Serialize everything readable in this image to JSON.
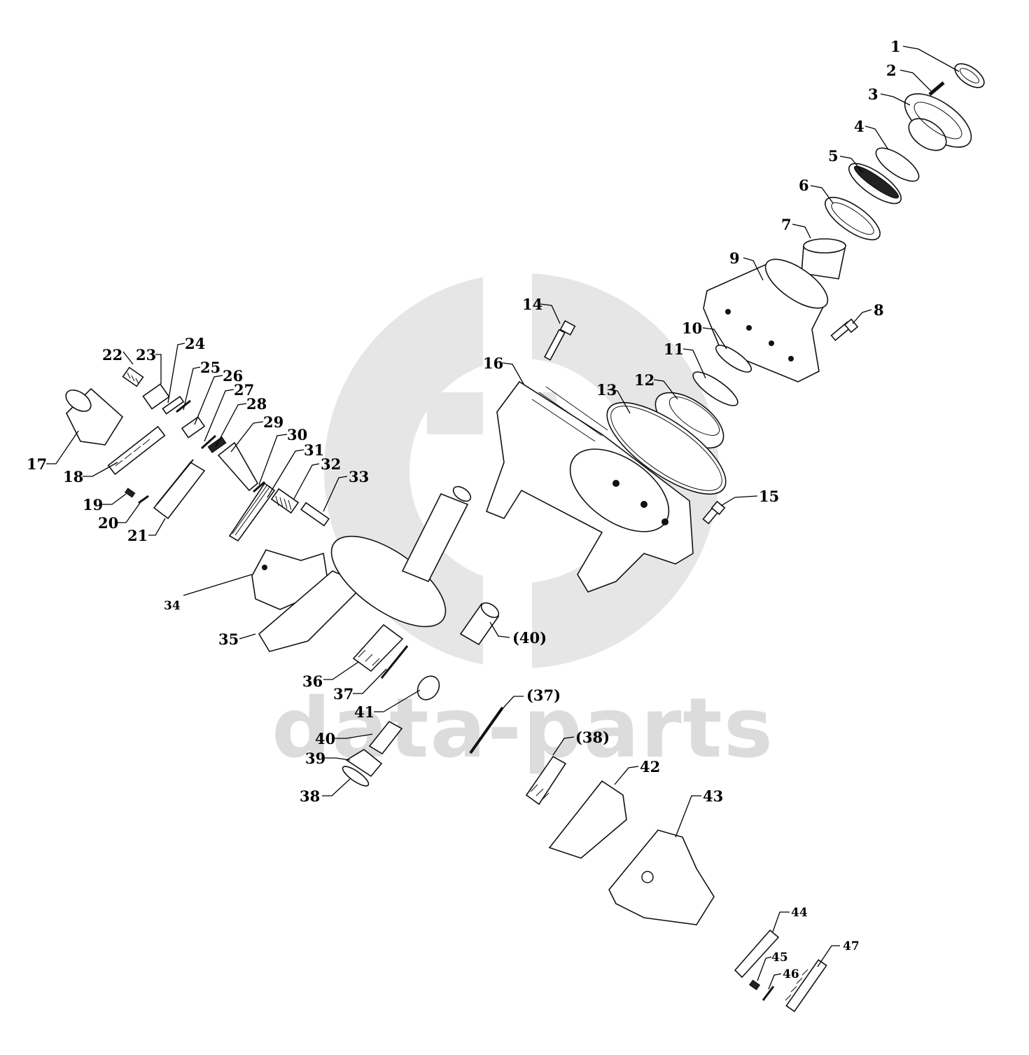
{
  "watermark": {
    "text": "data-parts",
    "logo": "dp-circle-logo"
  },
  "callouts": [
    {
      "id": "c1",
      "label": "1"
    },
    {
      "id": "c2",
      "label": "2"
    },
    {
      "id": "c3",
      "label": "3"
    },
    {
      "id": "c4",
      "label": "4"
    },
    {
      "id": "c5",
      "label": "5"
    },
    {
      "id": "c6",
      "label": "6"
    },
    {
      "id": "c7",
      "label": "7"
    },
    {
      "id": "c8",
      "label": "8"
    },
    {
      "id": "c9",
      "label": "9"
    },
    {
      "id": "c10",
      "label": "10"
    },
    {
      "id": "c11",
      "label": "11"
    },
    {
      "id": "c12",
      "label": "12"
    },
    {
      "id": "c13",
      "label": "13"
    },
    {
      "id": "c14",
      "label": "14"
    },
    {
      "id": "c15",
      "label": "15"
    },
    {
      "id": "c16",
      "label": "16"
    },
    {
      "id": "c17",
      "label": "17"
    },
    {
      "id": "c18",
      "label": "18"
    },
    {
      "id": "c19",
      "label": "19"
    },
    {
      "id": "c20",
      "label": "20"
    },
    {
      "id": "c21",
      "label": "21"
    },
    {
      "id": "c22",
      "label": "22"
    },
    {
      "id": "c23",
      "label": "23"
    },
    {
      "id": "c24",
      "label": "24"
    },
    {
      "id": "c25",
      "label": "25"
    },
    {
      "id": "c26",
      "label": "26"
    },
    {
      "id": "c27",
      "label": "27"
    },
    {
      "id": "c28",
      "label": "28"
    },
    {
      "id": "c29",
      "label": "29"
    },
    {
      "id": "c30",
      "label": "30"
    },
    {
      "id": "c31",
      "label": "31"
    },
    {
      "id": "c32",
      "label": "32"
    },
    {
      "id": "c33",
      "label": "33"
    },
    {
      "id": "c34",
      "label": "34"
    },
    {
      "id": "c35",
      "label": "35"
    },
    {
      "id": "c36",
      "label": "36"
    },
    {
      "id": "c37",
      "label": "37"
    },
    {
      "id": "c38",
      "label": "38"
    },
    {
      "id": "c39",
      "label": "39"
    },
    {
      "id": "c40",
      "label": "40"
    },
    {
      "id": "c41",
      "label": "41"
    },
    {
      "id": "c42",
      "label": "42"
    },
    {
      "id": "c43",
      "label": "43"
    },
    {
      "id": "c44",
      "label": "44"
    },
    {
      "id": "c45",
      "label": "45"
    },
    {
      "id": "c46",
      "label": "46"
    },
    {
      "id": "c47",
      "label": "47"
    },
    {
      "id": "c40b",
      "label": "(40)"
    },
    {
      "id": "c37b",
      "label": "(37)"
    },
    {
      "id": "c38b",
      "label": "(38)"
    }
  ]
}
